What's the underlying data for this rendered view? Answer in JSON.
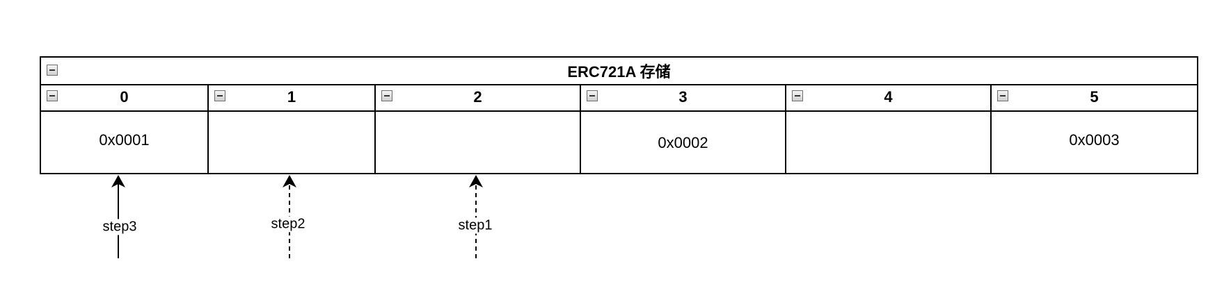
{
  "storage": {
    "title": "ERC721A 存储",
    "cells": [
      {
        "index": "0",
        "value": "0x0001"
      },
      {
        "index": "1",
        "value": ""
      },
      {
        "index": "2",
        "value": ""
      },
      {
        "index": "3",
        "value": "0x0002"
      },
      {
        "index": "4",
        "value": ""
      },
      {
        "index": "5",
        "value": "0x0003"
      }
    ]
  },
  "steps": [
    {
      "label": "step3",
      "style": "solid"
    },
    {
      "label": "step2",
      "style": "dashed"
    },
    {
      "label": "step1",
      "style": "dashed"
    }
  ],
  "colors": {
    "line": "#000000",
    "icon_border": "#6e6e6e"
  }
}
